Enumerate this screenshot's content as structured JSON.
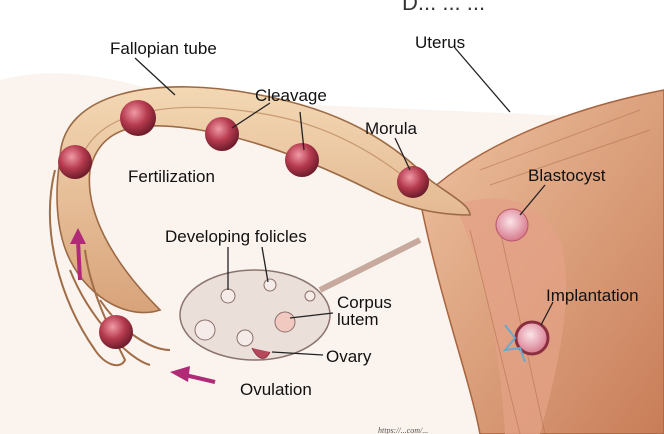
{
  "diagram": {
    "header_fragment": "D... ... ...",
    "labels": {
      "fallopian_tube": "Fallopian tube",
      "uterus": "Uterus",
      "cleavage": "Cleavage",
      "morula": "Morula",
      "fertilization": "Fertilization",
      "blastocyst": "Blastocyst",
      "developing_follicles": "Developing folicles",
      "corpus_luteum_line1": "Corpus",
      "corpus_luteum_line2": "lutem",
      "implantation": "Implantation",
      "ovary": "Ovary",
      "ovulation": "Ovulation"
    },
    "source_credit": "https://...com/...",
    "colors": {
      "tissue": "#e8c39a",
      "tissue_shadow": "#c98f63",
      "uterus_muscle": "#d9946c",
      "cell": "#b53a4e",
      "cell_highlight": "#e87b88",
      "blastocyst": "#e7a3b0",
      "arrow": "#b02a78",
      "ovary": "#e9dcd6"
    }
  }
}
